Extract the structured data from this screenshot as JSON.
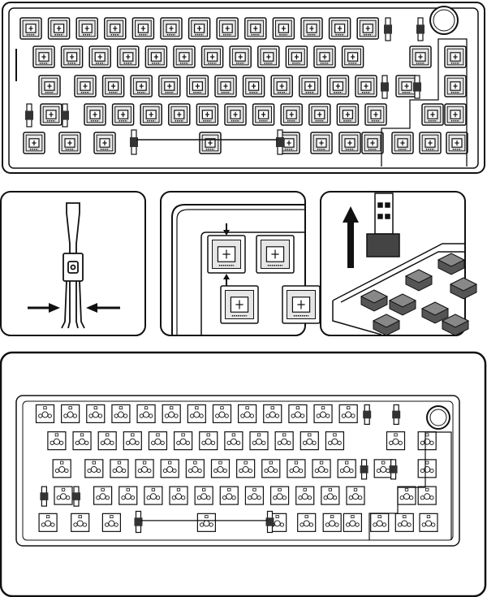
{
  "colors": {
    "line": "#111111",
    "background": "#ffffff",
    "keyFill": "#e6e6e6"
  },
  "icons": [
    "keyboard-with-switches",
    "switch-puller-tool",
    "arrow-right-icon",
    "arrow-left-icon",
    "arrow-down-icon",
    "arrow-up-icon",
    "knob-icon",
    "stabilizer-icon"
  ],
  "panels": [
    "keyboard-with-switches-installed",
    "switch-puller",
    "switch-insertion-closeup",
    "switch-removal",
    "keyboard-empty-plate"
  ]
}
